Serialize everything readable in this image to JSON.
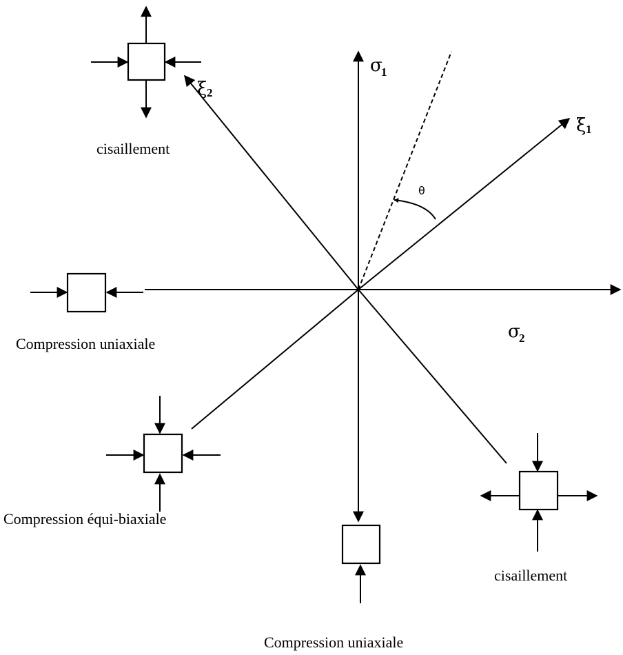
{
  "axes": {
    "sigma1": {
      "symbol": "σ",
      "sub": "1"
    },
    "sigma2": {
      "symbol": "σ",
      "sub": "2"
    },
    "xi1": {
      "symbol": "ξ",
      "sub": "1"
    },
    "xi2": {
      "symbol": "ξ",
      "sub": "2"
    },
    "angle": "θ"
  },
  "labels": {
    "shear_top_left": "cisaillement",
    "uniaxial_left": "Compression uniaxiale",
    "equibiaxial": "Compression équi-biaxiale",
    "uniaxial_bottom": "Compression uniaxiale",
    "shear_bottom_right": "cisaillement"
  }
}
